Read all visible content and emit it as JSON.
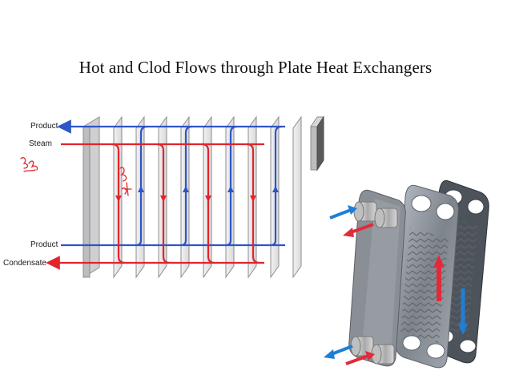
{
  "title": "Hot and Clod Flows through Plate Heat Exchangers",
  "diagram": {
    "labels": {
      "product_out": "Product",
      "steam": "Steam",
      "product_in": "Product",
      "condensate": "Condensate"
    },
    "colors": {
      "cold_flow": "#2e55c7",
      "hot_flow": "#e0252b",
      "plate_face": "#e9e9ea",
      "plate_edge": "#8c8c8c",
      "end_plate": "#cfcfd1",
      "annotation": "#e0252b"
    }
  },
  "photo": {
    "colors": {
      "cold_arrow": "#1f7fd6",
      "hot_arrow": "#e22a3a",
      "plate_metal": "#8a8f96",
      "port_metal": "#c4c4c4"
    }
  }
}
